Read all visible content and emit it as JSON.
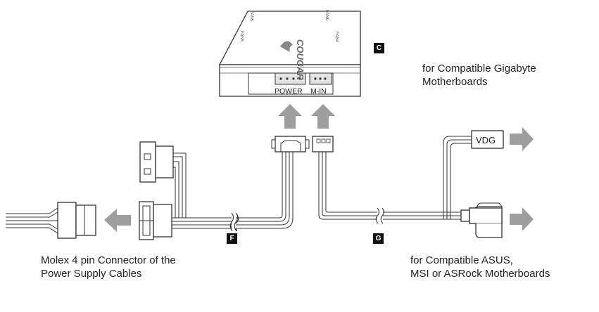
{
  "hub": {
    "brand": "COUGAR",
    "port_labels": {
      "power": "POWER",
      "m_in": "M-IN"
    },
    "fan_labels": [
      "FAN6",
      "FAN5",
      "FAN4"
    ]
  },
  "badges": {
    "hub": "C",
    "cable_f": "F",
    "cable_g": "G"
  },
  "captions": {
    "gigabyte_line1": "for Compatible Gigabyte",
    "gigabyte_line2": "Motherboards",
    "molex_line1": "Molex 4 pin Connector of the",
    "molex_line2": "Power Supply Cables",
    "asus_line1": "for Compatible ASUS,",
    "asus_line2": "MSI or ASRock Motherboards"
  },
  "vdg_label": "VDG",
  "colors": {
    "arrow": "#9e9e9e",
    "line": "#333333",
    "badge": "#111111"
  }
}
